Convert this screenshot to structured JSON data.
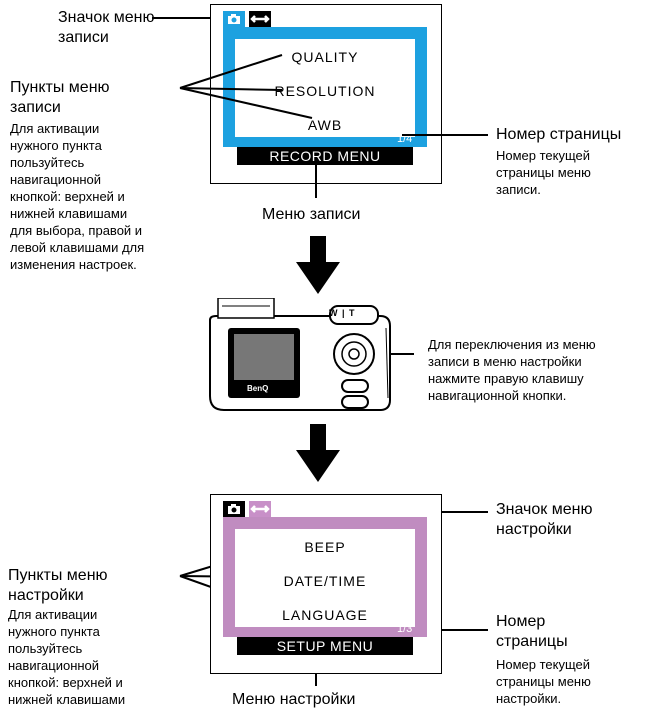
{
  "record": {
    "icon_label": [
      "Значок меню",
      "записи"
    ],
    "items_label": [
      "Пункты меню",
      "записи"
    ],
    "items_desc": [
      "Для активации",
      "нужного пункта",
      "пользуйтесь",
      "навигационной",
      "кнопкой: верхней и",
      "нижней клавишами",
      "для выбора, правой и",
      "левой клавишами для",
      "изменения настроек."
    ],
    "menu_items": [
      "QUALITY",
      "RESOLUTION",
      "AWB"
    ],
    "page_num": "1/4",
    "bar_title": "RECORD MENU",
    "page_label": "Номер страницы",
    "page_desc": [
      "Номер текущей",
      "страницы меню",
      "записи."
    ],
    "caption": "Меню записи"
  },
  "camera": {
    "switch_desc": [
      "Для переключения из меню",
      "записи в меню настройки",
      "нажмите правую клавишу",
      "навигационной кнопки."
    ],
    "brand": "BenQ",
    "zoom": "W | T"
  },
  "setup": {
    "icon_label": [
      "Значок меню",
      "настройки"
    ],
    "items_label": [
      "Пункты меню",
      "настройки"
    ],
    "items_desc": [
      "Для активации",
      "нужного пункта",
      "пользуйтесь",
      "навигационной",
      "кнопкой: верхней и",
      "нижней клавишами"
    ],
    "menu_items": [
      "BEEP",
      "DATE/TIME",
      "LANGUAGE"
    ],
    "page_num": "1/3",
    "bar_title": "SETUP MENU",
    "page_label": [
      "Номер",
      "страницы"
    ],
    "page_desc": [
      "Номер текущей",
      "страницы меню",
      "настройки."
    ],
    "caption": "Меню настройки"
  },
  "colors": {
    "record_accent": "#1da1e0",
    "setup_accent": "#c08cc0"
  },
  "icons": [
    "camera-icon",
    "wrench-icon",
    "down-arrow-icon"
  ]
}
